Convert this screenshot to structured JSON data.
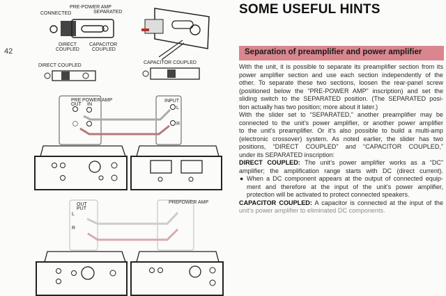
{
  "page_number": "42",
  "title": "SOME USEFUL HINTS",
  "section_heading": "Separation of preamplifier and power amplifier",
  "body_lines": [
    {
      "bold": "",
      "text": "With the unit, it is possible to separate its preamplifier section from its"
    },
    {
      "bold": "",
      "text": "power amplifier section and use each section independently of the"
    },
    {
      "bold": "",
      "text": "other. To separate these two sections, loosen the rear-panel screw"
    },
    {
      "bold": "",
      "text": "(positioned below the “PRE-POWER AMP” inscription) and set the"
    },
    {
      "bold": "",
      "text": "sliding switch to the SEPARATED position. (The SEPARATED posi-"
    },
    {
      "bold": "",
      "text": "tion actually has two position; more about it later.)"
    },
    {
      "bold": "",
      "text": "With the slider set to “SEPARATED,” another preamplifier may be"
    },
    {
      "bold": "",
      "text": "connected to the unit’s power amplifier, or another power amplifier"
    },
    {
      "bold": "",
      "text": "to the unit’s preamplifier. Or it’s also possible to build a multi-amp"
    },
    {
      "bold": "",
      "text": "(electronic crossover) system. As noted earlier, the slider has two"
    },
    {
      "bold": "",
      "text": "positions, “DIRECT COUPLED” and “CAPACITOR COUPLED,”"
    },
    {
      "bold": "",
      "text": "under its SEPARATED inscription:"
    },
    {
      "bold": "DIRECT COUPLED:",
      "text": " The unit’s power amplifier works as a “DC”"
    },
    {
      "bold": "",
      "text": "amplifier; the amplification range starts with DC (direct current)."
    },
    {
      "bold": "",
      "text": "When a DC component appears at the output of connected equip-",
      "bullet": "●"
    },
    {
      "bold": "",
      "text": "ment and therefore at the input of the unit’s power amplifier,"
    },
    {
      "bold": "",
      "text": "protection will be activated to protect connected speakers."
    },
    {
      "bold": "CAPACITOR COUPLED:",
      "text": " A capacitor is connected at the input of the"
    },
    {
      "bold": "",
      "text": "unit’s power amplifier to eliminated DC components."
    }
  ],
  "diagram_labels": {
    "pre_power_amp": "PRE-POWER AMP",
    "connected": "CONNECTED",
    "separated": "SEPARATED",
    "direct_coupled_1": "DIRECT",
    "direct_coupled_2": "COUPLED",
    "capacitor_coupled_1": "CAPACITOR",
    "capacitor_coupled_2": "COUPLED",
    "direct_coupled": "DIRECT COUPLED",
    "capacitor_coupled": "CAPACITOR COUPLED",
    "pre_out": "PRE",
    "out": "OUT",
    "power_amp": "POWER AMP",
    "in": "IN",
    "input": "INPUT",
    "l": "L",
    "r": "R",
    "out_put_1": "OUT",
    "out_put_2": "PUT"
  },
  "colors": {
    "section_bar": "#d9868e",
    "cable_red": "#b5787c",
    "arrow_red": "#b03030"
  }
}
